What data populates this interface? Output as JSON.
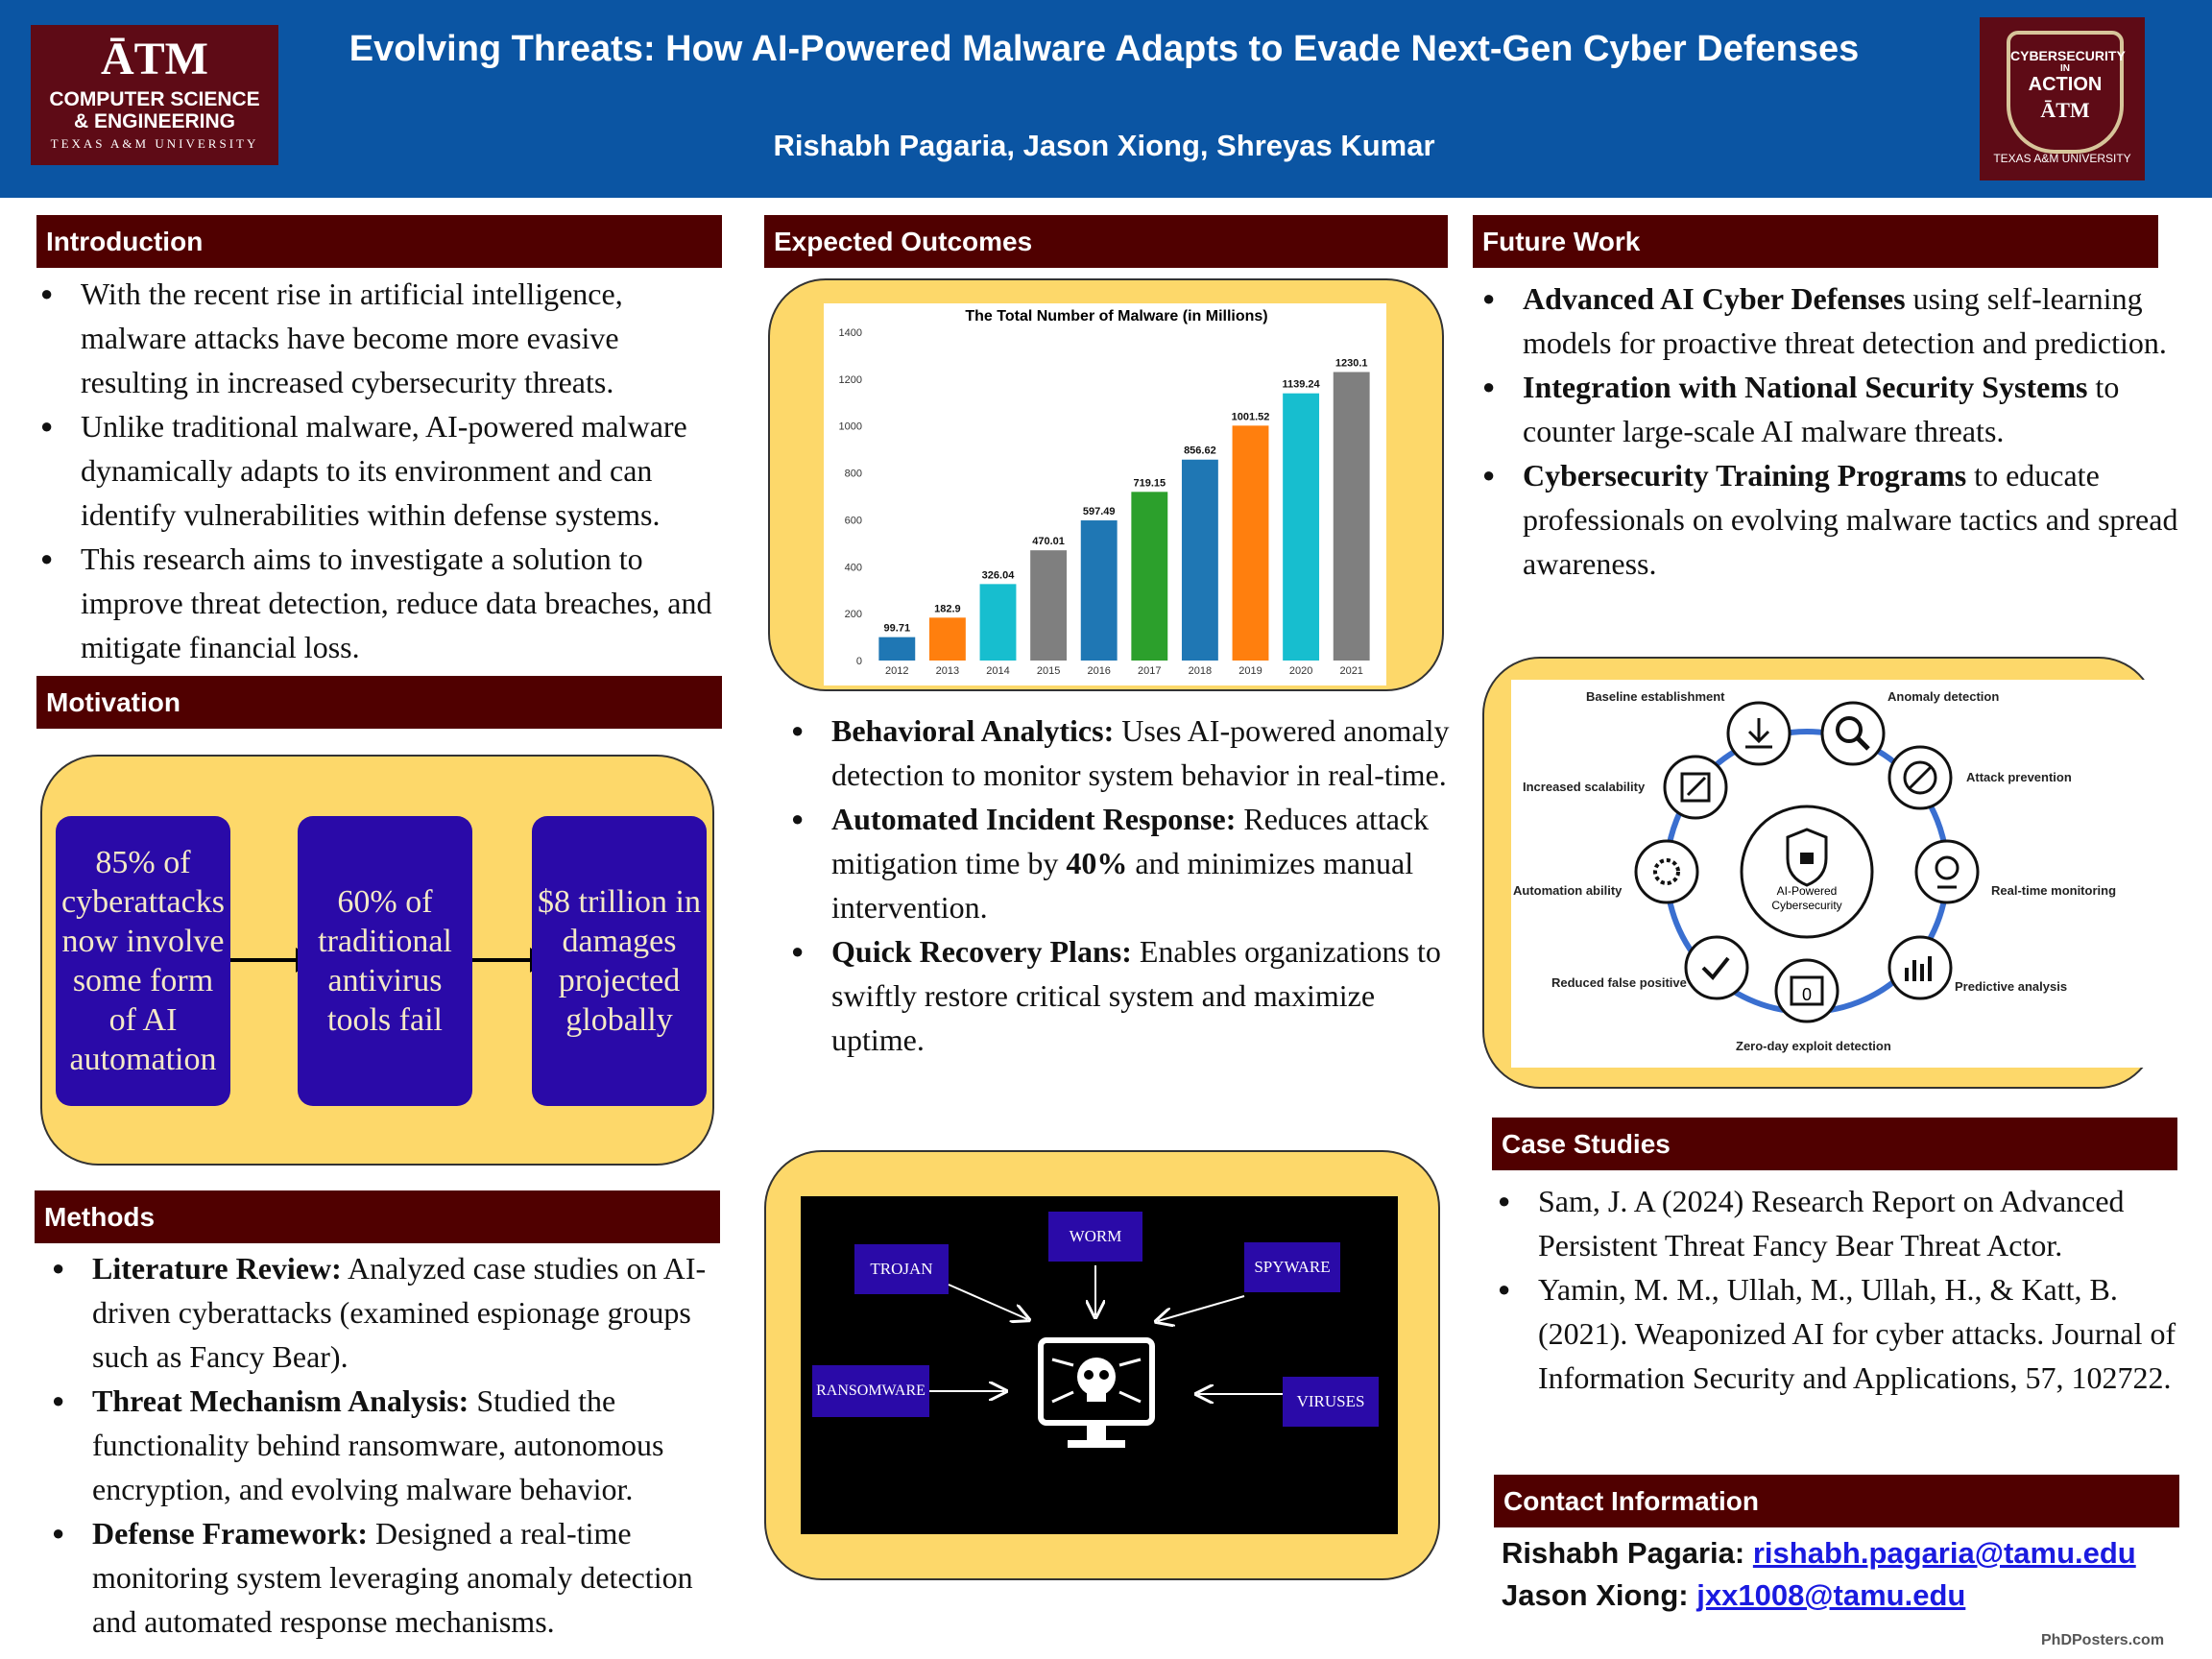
{
  "header": {
    "title": "Evolving Threats: How AI-Powered Malware Adapts to Evade Next-Gen Cyber Defenses",
    "authors": "Rishabh Pagaria, Jason Xiong, Shreyas Kumar",
    "logo_left": {
      "mark": "ĀTM",
      "line1": "COMPUTER SCIENCE",
      "line2": "& ENGINEERING",
      "line3": "TEXAS A&M UNIVERSITY"
    },
    "logo_right": {
      "line1": "CYBERSECURITY",
      "line2": "IN",
      "line3": "ACTION",
      "mark": "ĀTM",
      "line4": "TEXAS A&M UNIVERSITY"
    }
  },
  "introduction": {
    "heading": "Introduction",
    "bullets": [
      "With the recent rise in artificial intelligence, malware attacks have become more evasive resulting in increased cybersecurity threats.",
      "Unlike traditional malware, AI-powered malware dynamically adapts to its environment and can identify vulnerabilities within defense systems.",
      "This research aims to investigate a solution to improve threat detection, reduce data breaches, and mitigate financial loss."
    ]
  },
  "motivation": {
    "heading": "Motivation",
    "boxes": [
      "85% of cyberattacks now involve some form of AI automation",
      "60% of traditional antivirus tools fail",
      "$8 trillion in damages projected globally"
    ]
  },
  "methods": {
    "heading": "Methods",
    "items": [
      {
        "bold": "Literature Review:",
        "text": " Analyzed case studies on AI-driven cyberattacks (examined espionage groups such as Fancy Bear)."
      },
      {
        "bold": "Threat Mechanism Analysis:",
        "text": " Studied the functionality behind ransomware, autonomous encryption, and evolving malware behavior."
      },
      {
        "bold": "Defense Framework:",
        "text": " Designed a real-time monitoring system leveraging anomaly detection and automated response mechanisms."
      }
    ]
  },
  "outcomes": {
    "heading": "Expected Outcomes",
    "items": [
      {
        "bold": "Behavioral Analytics:",
        "text": " Uses AI-powered anomaly detection to monitor system behavior in real-time."
      },
      {
        "bold": "Automated Incident Response:",
        "text_before": " Reduces attack mitigation time by ",
        "bold2": "40%",
        "text_after": " and minimizes manual intervention."
      },
      {
        "bold": "Quick Recovery Plans:",
        "text": " Enables organizations to swiftly restore critical system and maximize uptime."
      }
    ]
  },
  "chart_data": {
    "type": "bar",
    "title": "The Total Number of Malware (in Millions)",
    "categories": [
      "2012",
      "2013",
      "2014",
      "2015",
      "2016",
      "2017",
      "2018",
      "2019",
      "2020",
      "2021"
    ],
    "values": [
      99.71,
      182.9,
      326.04,
      470.01,
      597.49,
      719.15,
      856.62,
      1001.52,
      1139.24,
      1230.1
    ],
    "labels": [
      "99.71",
      "182.9",
      "326.04",
      "470.01",
      "597.49",
      "719.15",
      "856.62",
      "1001.52",
      "1139.24",
      "1230.1"
    ],
    "colors": [
      "#1f77b4",
      "#ff7f0e",
      "#17becf",
      "#7f7f7f",
      "#1f77b4",
      "#2ca02c",
      "#1f77b4",
      "#ff7f0e",
      "#17becf",
      "#7f7f7f"
    ],
    "yticks": [
      "0",
      "200",
      "400",
      "600",
      "800",
      "1000",
      "1200",
      "1400"
    ],
    "ylim": [
      0,
      1400
    ],
    "grid": false,
    "xlabel": "",
    "ylabel": ""
  },
  "threat_diagram": {
    "center_icon": "skull-computer-icon",
    "labels": [
      "WORM",
      "TROJAN",
      "SPYWARE",
      "RANSOMWARE",
      "VIRUSES"
    ]
  },
  "future_work": {
    "heading": "Future Work",
    "items": [
      {
        "bold": "Advanced AI Cyber Defenses",
        "text": " using self-learning models for proactive threat detection and prediction."
      },
      {
        "bold": "Integration with National Security Systems",
        "text": " to counter large-scale AI malware threats."
      },
      {
        "bold": "Cybersecurity Training Programs",
        "text": " to educate professionals on evolving malware tactics and spread awareness."
      }
    ]
  },
  "cycle_diagram": {
    "center": "AI-Powered Cybersecurity",
    "labels": [
      "Baseline establishment",
      "Anomaly detection",
      "Attack prevention",
      "Real-time monitoring",
      "Predictive analysis",
      "Zero-day exploit detection",
      "Reduced false positive",
      "Automation ability",
      "Increased scalability"
    ],
    "icons": [
      "download-icon",
      "magnifier-icon",
      "bug-blocked-icon",
      "webcam-icon",
      "chart-icon",
      "calendar-icon",
      "check-x-icon",
      "gear-icon",
      "resize-icon"
    ],
    "zero_digit": "0"
  },
  "case_studies": {
    "heading": "Case Studies",
    "bullets": [
      "Sam, J. A (2024) Research Report on Advanced Persistent Threat Fancy Bear Threat Actor.",
      "Yamin, M. M., Ullah, M., Ullah, H., & Katt, B. (2021). Weaponized AI for cyber attacks. Journal of Information Security and Applications, 57, 102722."
    ]
  },
  "contact": {
    "heading": "Contact Information",
    "people": [
      {
        "name": "Rishabh Pagaria: ",
        "email": "rishabh.pagaria@tamu.edu"
      },
      {
        "name": "Jason Xiong: ",
        "email": "jxx1008@tamu.edu"
      }
    ]
  },
  "footer": {
    "brand": "PhDPosters.com"
  },
  "colors": {
    "header_blue": "#0b55a3",
    "maroon": "#500000",
    "yellow": "#fdd86a",
    "box_blue": "#2a0aa8"
  }
}
